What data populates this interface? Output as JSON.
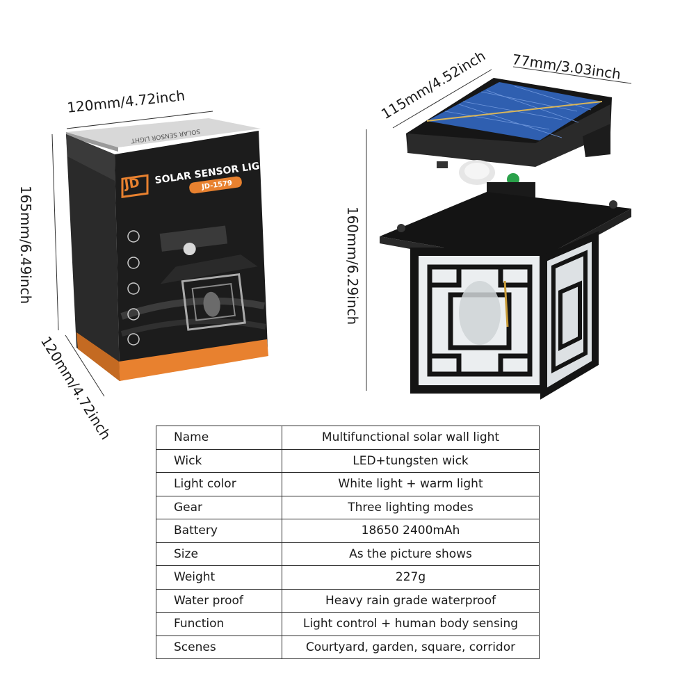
{
  "box_dimensions": {
    "top_width": "120mm/4.72inch",
    "height": "165mm/6.49inch",
    "depth": "120mm/4.72inch"
  },
  "light_dimensions": {
    "panel_depth": "115mm/4.52inch",
    "panel_width": "77mm/3.03inch",
    "height": "160mm/6.29inch"
  },
  "package": {
    "brand": "JD",
    "title": "SOLAR SENSOR LIGHT",
    "model": "JD-1579",
    "top_flap_text": "SOLAR SENSOR LIGHT"
  },
  "specs": [
    {
      "label": "Name",
      "value": "Multifunctional solar wall light"
    },
    {
      "label": "Wick",
      "value": "LED+tungsten wick"
    },
    {
      "label": "Light color",
      "value": "White light + warm light"
    },
    {
      "label": "Gear",
      "value": "Three lighting modes"
    },
    {
      "label": "Battery",
      "value": "18650 2400mAh"
    },
    {
      "label": "Size",
      "value": "As the picture shows"
    },
    {
      "label": "Weight",
      "value": "227g"
    },
    {
      "label": "Water proof",
      "value": "Heavy rain grade waterproof"
    },
    {
      "label": "Function",
      "value": "Light control + human body sensing"
    },
    {
      "label": "Scenes",
      "value": "Courtyard, garden, square, corridor"
    }
  ],
  "colors": {
    "box_black": "#1c1c1c",
    "box_orange": "#e8812f",
    "solar_blue": "#2f5fb0",
    "lamp_black": "#141414"
  }
}
